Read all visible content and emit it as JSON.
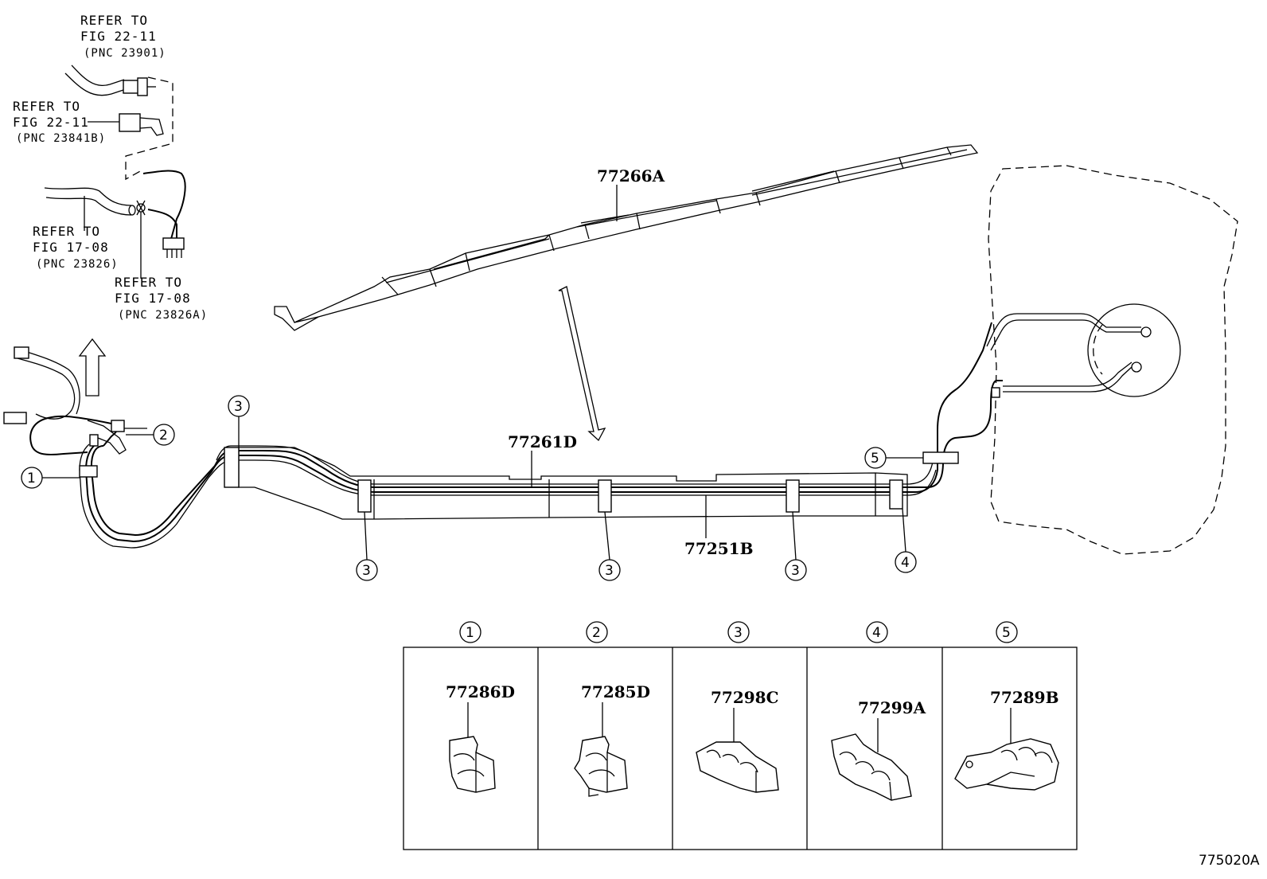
{
  "refs": {
    "ref1": {
      "line1": "REFER TO",
      "line2": "FIG 22-11",
      "pnc": "(PNC 23901)"
    },
    "ref2": {
      "line1": "REFER TO",
      "line2": "FIG 22-11",
      "pnc": "(PNC 23841B)"
    },
    "ref3": {
      "line1": "REFER TO",
      "line2": "FIG 17-08",
      "pnc": "(PNC 23826)"
    },
    "ref4": {
      "line1": "REFER TO",
      "line2": "FIG 17-08",
      "pnc": "(PNC 23826A)"
    }
  },
  "parts": {
    "protector": "77266A",
    "tube_upper": "77261D",
    "tube_lower": "77251B"
  },
  "callouts": {
    "c1": "1",
    "c2": "2",
    "c3": "3",
    "c4": "4",
    "c5": "5"
  },
  "clamp_table": [
    {
      "num": "1",
      "part": "77286D"
    },
    {
      "num": "2",
      "part": "77285D"
    },
    {
      "num": "3",
      "part": "77298C"
    },
    {
      "num": "4",
      "part": "77299A"
    },
    {
      "num": "5",
      "part": "77289B"
    }
  ],
  "figure_id": "775020A"
}
